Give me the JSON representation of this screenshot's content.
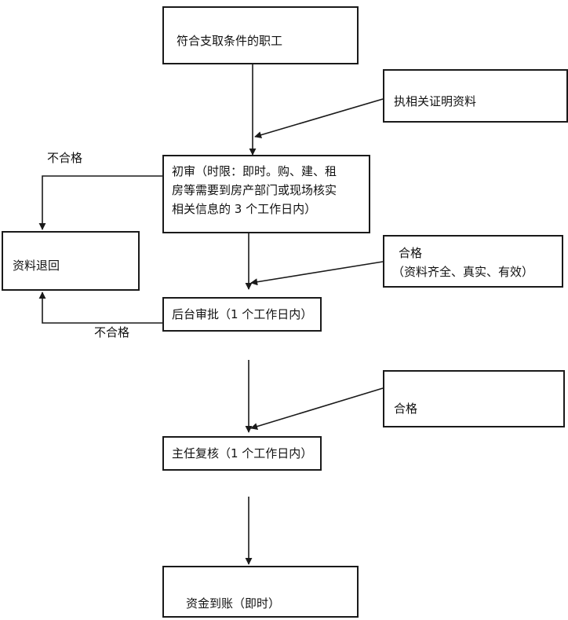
{
  "nodes": {
    "start": "符合支取条件的职工",
    "docs": "执相关证明资料",
    "initial_review": [
      "初审（时限：即时。购、建、租",
      "房等需要到房产部门或现场核实",
      "相关信息的 3 个工作日内）"
    ],
    "return": "资料退回",
    "qualified_1": [
      "合格",
      "（资料齐全、真实、有效）"
    ],
    "backend_approval": "后台审批（1 个工作日内）",
    "qualified_2": "合格",
    "director_review": "主任复核（1 个工作日内）",
    "funds": "资金到账（即时）"
  },
  "labels": {
    "fail_1": "不合格",
    "fail_2": "不合格"
  }
}
